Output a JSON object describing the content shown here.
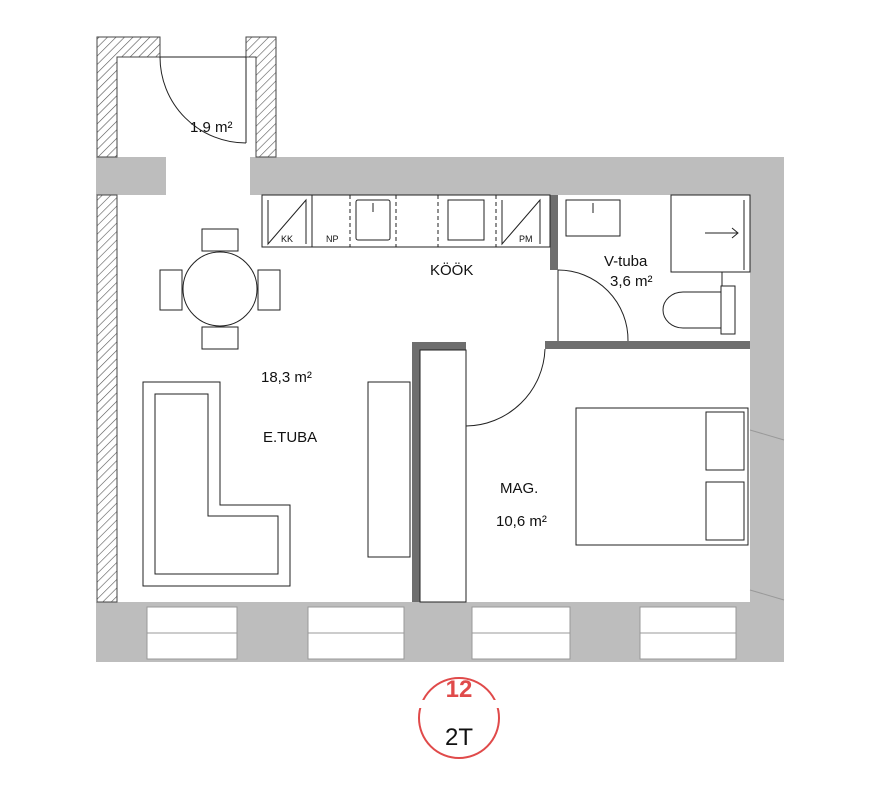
{
  "balcony": {
    "area": "1.9 m²"
  },
  "kitchen": {
    "name": "KÖÖK",
    "appliances": {
      "fridge": "KK",
      "dishwasher": "NP",
      "washer": "PM"
    }
  },
  "living_room": {
    "name": "E.TUBA",
    "area": "18,3 m²"
  },
  "bathroom": {
    "name": "V-tuba",
    "area": "3,6 m²"
  },
  "bedroom": {
    "name": "MAG.",
    "area": "10,6 m²"
  },
  "apartment": {
    "number": "12",
    "type": "2T"
  },
  "colors": {
    "wall": "#bdbdbd",
    "dark_wall": "#6e6e6e",
    "line": "#222222",
    "badge": "#e04a4a"
  }
}
